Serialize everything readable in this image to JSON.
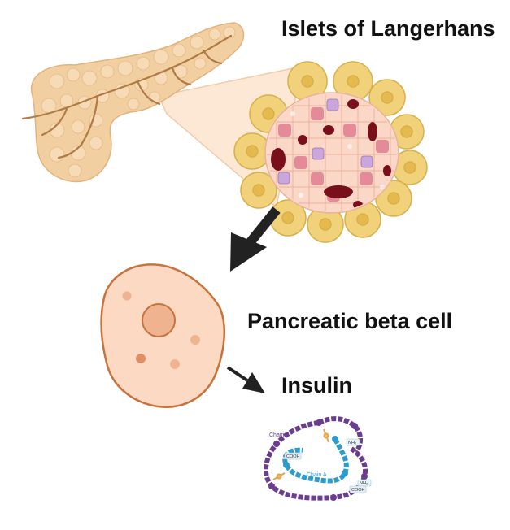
{
  "labels": {
    "islets": "Islets of Langerhans",
    "beta_cell": "Pancreatic beta cell",
    "insulin": "Insulin"
  },
  "insulin_diagram": {
    "chain_b": "Chain B",
    "chain_a": "Chain A",
    "nh2": "NH₂",
    "cooh": "COOH"
  },
  "icons": [
    "pancreas-illustration",
    "islet-illustration",
    "beta-cell-illustration",
    "insulin-molecule-illustration",
    "arrow-icon"
  ],
  "colors": {
    "pancreas": "#f2cfa1",
    "pancreas_vessel": "#b07a45",
    "acinar": "#f1d27a",
    "islet_cell": "#f7c9b8",
    "beta_cell_fill": "#fcd9c3",
    "beta_cell_stroke": "#c8733c",
    "chain_b": "#6b3d8f",
    "chain_a": "#2c9cd0",
    "arrow": "#222222"
  }
}
